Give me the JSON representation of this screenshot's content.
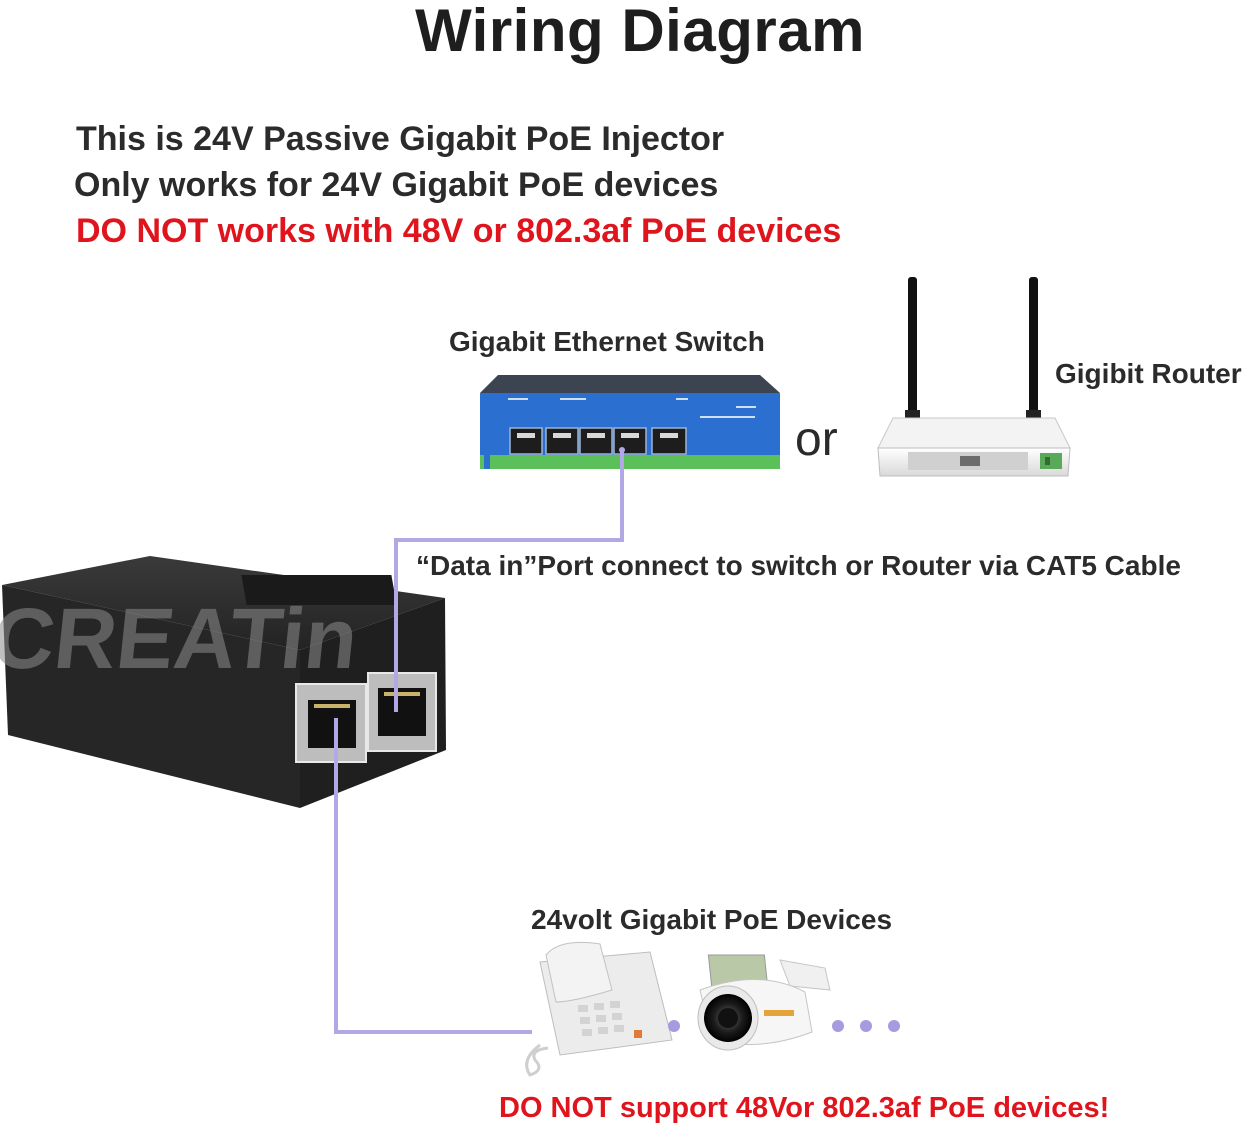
{
  "diagram": {
    "title": "Wiring Diagram",
    "intro_lines": [
      "This is 24V Passive Gigabit PoE Injector",
      "Only works for 24V Gigabit PoE devices"
    ],
    "top_warning": "DO NOT works with 48V or 802.3af PoE devices",
    "switch_label": "Gigabit Ethernet Switch",
    "or_label": "or",
    "router_label": "Gigibit Router",
    "cable_note": "“Data in”Port connect to switch or Router via CAT5 Cable",
    "devices_label": "24volt Gigabit PoE Devices",
    "bottom_warning": "DO NOT support 48Vor 802.3af PoE devices!",
    "injector_brand": "iCREATin",
    "colors": {
      "cable": "#b3a8e6",
      "warning": "#e0141c",
      "switch_body": "#2b6fd0",
      "switch_strip": "#5cc05a",
      "injector": "#262626"
    }
  }
}
